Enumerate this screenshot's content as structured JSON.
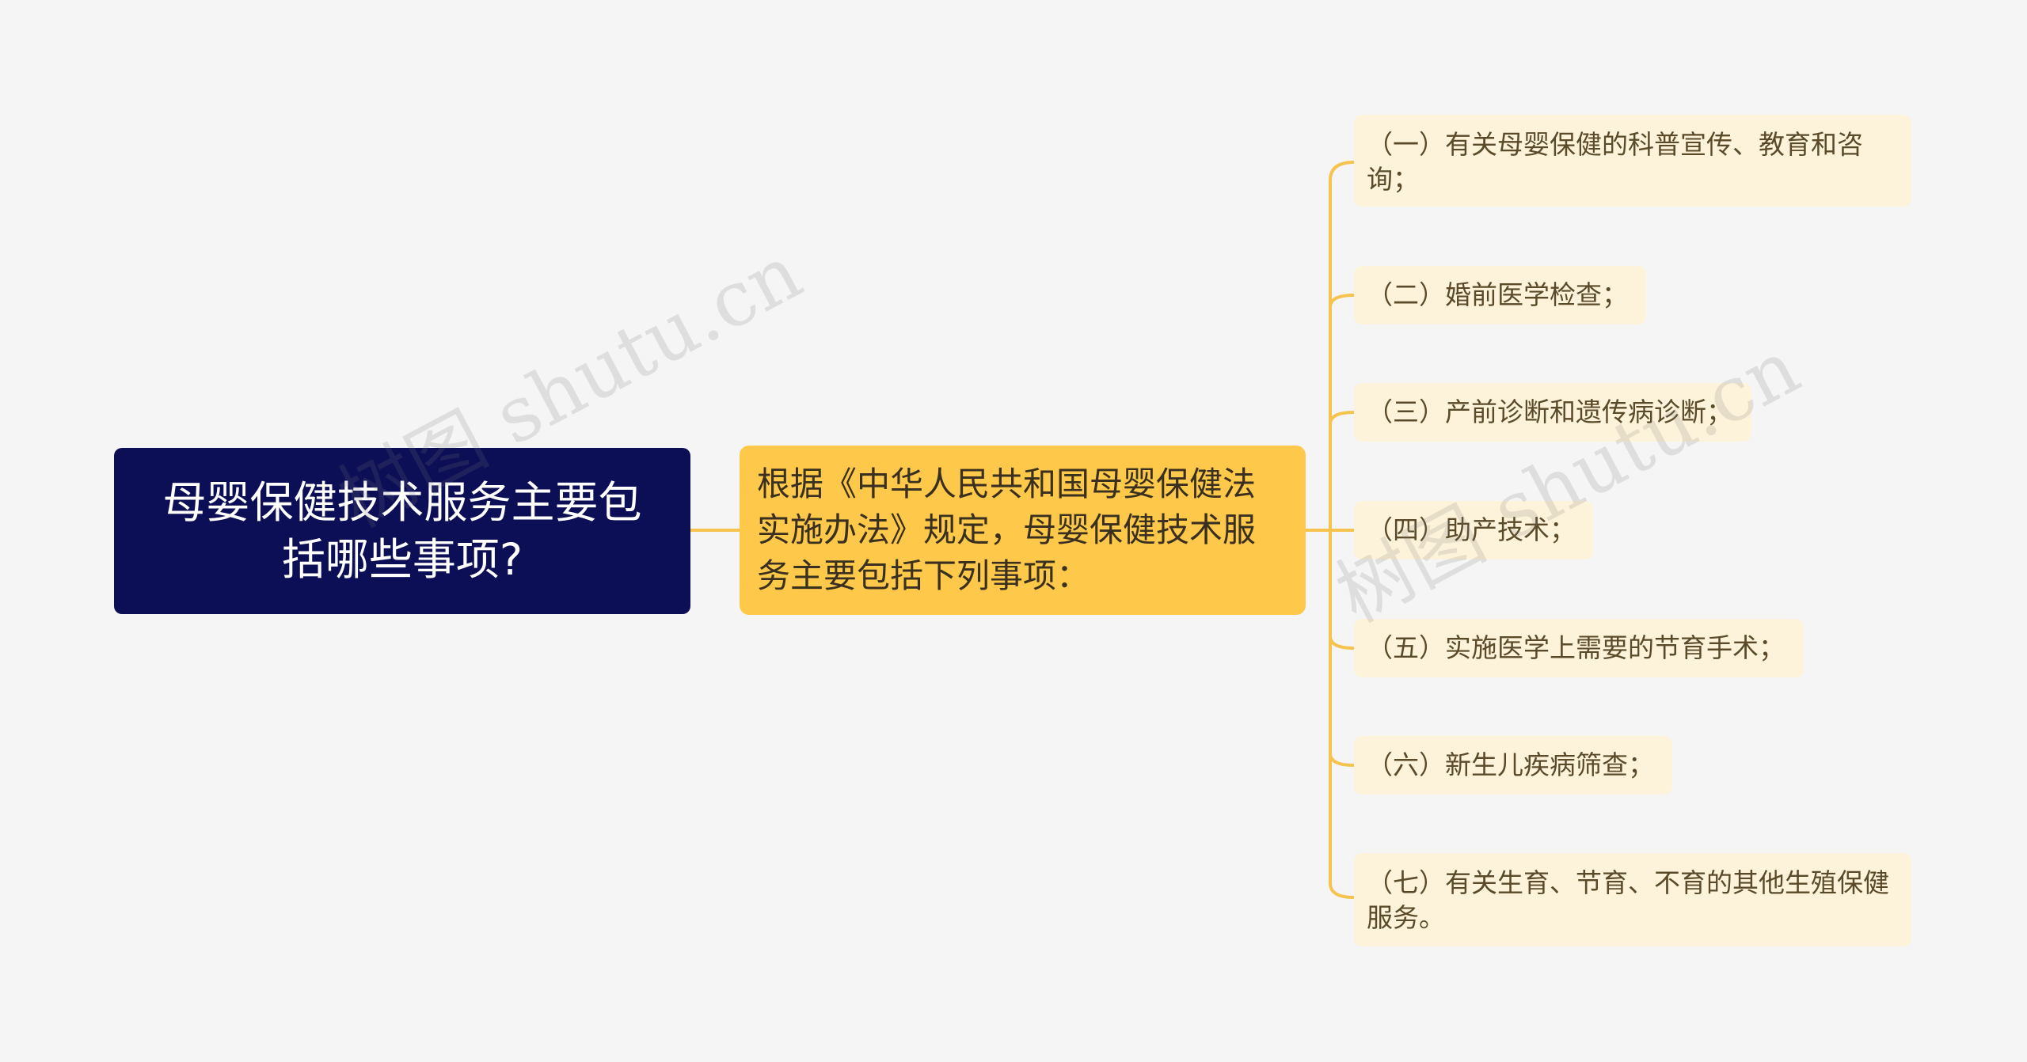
{
  "root": {
    "text": "母婴保健技术服务主要包括哪些事项?"
  },
  "main": {
    "text": "根据《中华人民共和国母婴保健法实施办法》规定，母婴保健技术服务主要包括下列事项："
  },
  "leaves": [
    "（一）有关母婴保健的科普宣传、教育和咨询；",
    "（二）婚前医学检查；",
    "（三）产前诊断和遗传病诊断；",
    "（四）助产技术；",
    "（五）实施医学上需要的节育手术；",
    "（六）新生儿疾病筛查；",
    "（七）有关生育、节育、不育的其他生殖保健服务。"
  ],
  "watermarks": [
    "树图 shutu.cn",
    "树图 shutu.cn"
  ],
  "colors": {
    "background": "#f5f5f5",
    "root_fill": "#0c0e56",
    "main_fill": "#fec84a",
    "leaf_fill": "#fdf3da",
    "connector": "#f7c34f"
  }
}
